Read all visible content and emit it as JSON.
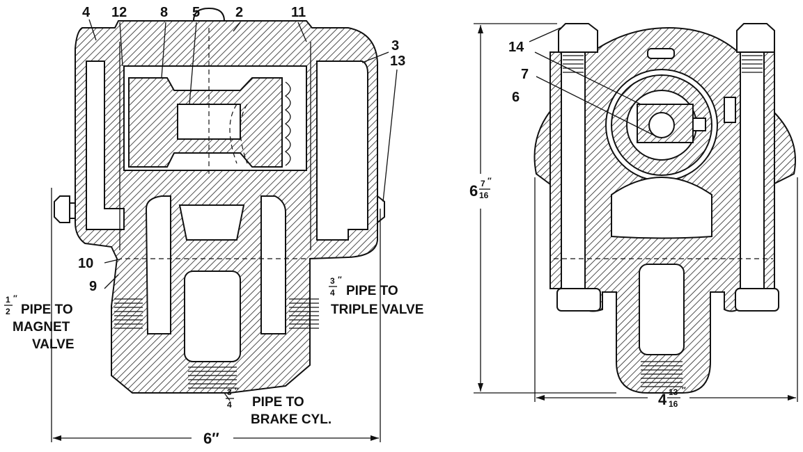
{
  "left_view": {
    "part_numbers": [
      "4",
      "12",
      "8",
      "5",
      "2",
      "11",
      "3",
      "13",
      "10",
      "9"
    ],
    "notes": {
      "magnet": {
        "frac_num": "1",
        "frac_den": "2",
        "inch": "″",
        "line1": "PIPE TO",
        "line2": "MAGNET",
        "line3": "VALVE"
      },
      "triple": {
        "frac_num": "3",
        "frac_den": "4",
        "inch": "″",
        "line1": "PIPE TO",
        "line2": "TRIPLE VALVE"
      },
      "brake": {
        "frac_num": "3",
        "frac_den": "4",
        "inch": "″",
        "line1": "PIPE TO",
        "line2": "BRAKE CYL."
      }
    },
    "width_dim": "6″"
  },
  "right_view": {
    "part_numbers": [
      "14",
      "7",
      "6"
    ],
    "height_dim": {
      "whole": "6",
      "num": "7",
      "den": "16",
      "inch": "″"
    },
    "width_dim": {
      "whole": "4",
      "num": "13",
      "den": "16",
      "inch": "″"
    }
  }
}
